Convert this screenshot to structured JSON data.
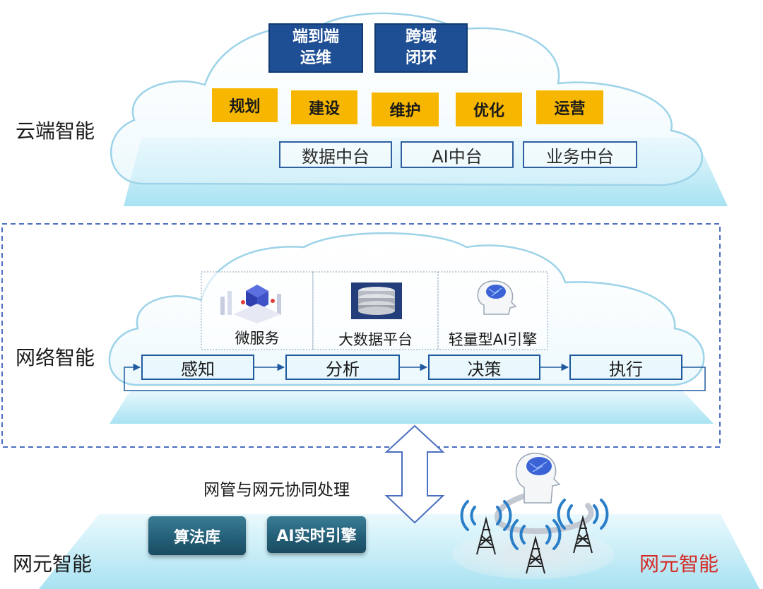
{
  "cloud_layer": {
    "label": "云端智能",
    "top_boxes": [
      "端到端\n运维",
      "跨域\n闭环"
    ],
    "lifecycle": [
      "规划",
      "建设",
      "维护",
      "优化",
      "运营"
    ],
    "platforms": [
      "数据中台",
      "AI中台",
      "业务中台"
    ]
  },
  "network_layer": {
    "label": "网络智能",
    "modules": [
      {
        "name": "微服务",
        "icon": "microservice-icon"
      },
      {
        "name": "大数据平台",
        "icon": "database-icon"
      },
      {
        "name": "轻量型AI引擎",
        "icon": "ai-brain-icon"
      }
    ],
    "loop": [
      "感知",
      "分析",
      "决策",
      "执行"
    ]
  },
  "coordination_label": "网管与网元协同处理",
  "element_layer": {
    "label": "网元智能",
    "buttons": [
      "算法库",
      "AI实时引擎"
    ],
    "red_label": "网元智能"
  },
  "colors": {
    "navy": "#1e4f95",
    "yellow": "#f7b700",
    "dashed_border": "#4b6fc0",
    "red_label": "#d42a24"
  }
}
